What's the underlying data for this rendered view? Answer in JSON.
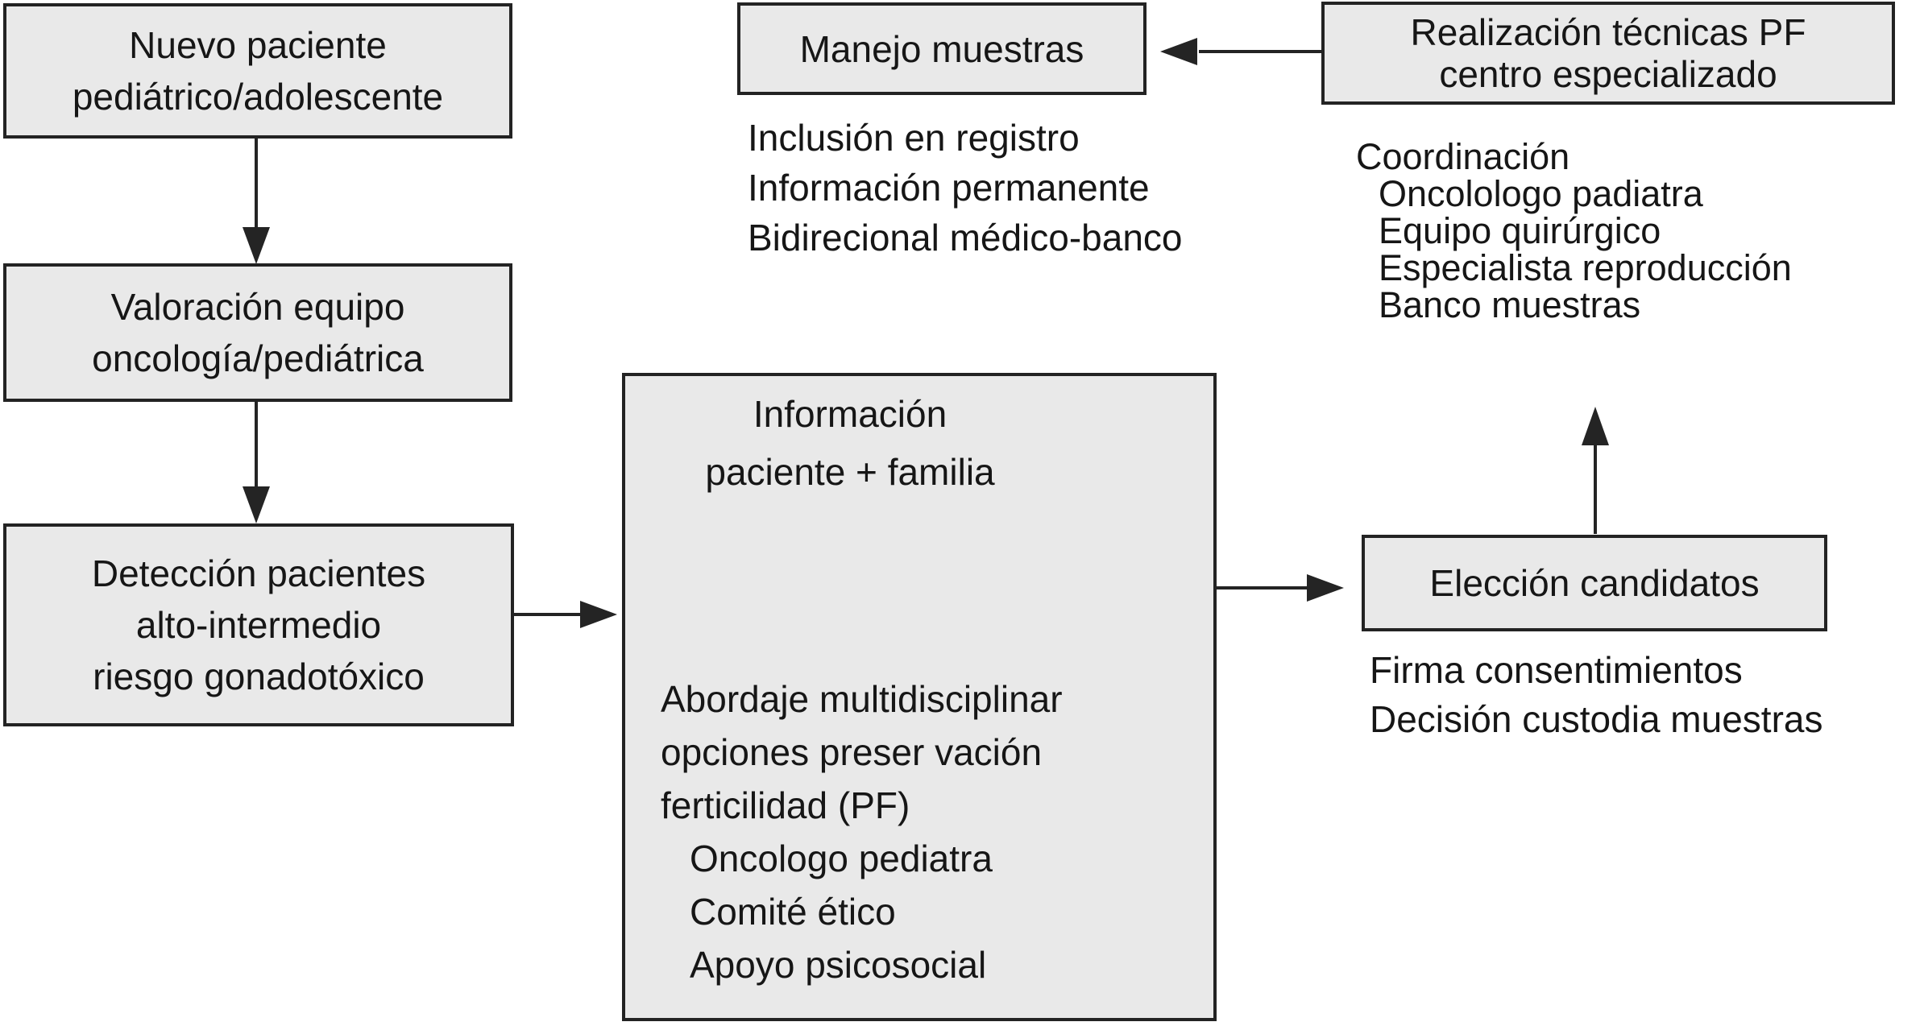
{
  "diagram": {
    "title_implicit": "Circuito preservación fertilidad oncología pediátrica",
    "colors": {
      "background": "#ffffff",
      "box_fill": "#e9e9e9",
      "box_border": "#232323",
      "text": "#161616",
      "arrow": "#242424"
    },
    "boxes": {
      "nuevo": {
        "lines": [
          "Nuevo paciente",
          "pediátrico/adolescente"
        ]
      },
      "valoracion": {
        "lines": [
          "Valoración equipo",
          "oncología/pediátrica"
        ]
      },
      "deteccion": {
        "lines": [
          "Detección pacientes",
          "alto-intermedio",
          "riesgo gonadotóxico"
        ]
      },
      "manejo": {
        "label": "Manejo muestras"
      },
      "realizacion": {
        "lines": [
          "Realización técnicas PF",
          "centro especializado"
        ]
      },
      "eleccion": {
        "label": "Elección candidatos"
      },
      "informacion": {
        "top_lines": [
          "Información",
          "paciente + familia"
        ],
        "bottom_lines": [
          "Abordaje multidisciplinar",
          "opciones preser vación",
          "ferticilidad (PF)"
        ],
        "bottom_items": [
          "Oncologo pediatra",
          "Comité ético",
          "Apoyo psicosocial"
        ]
      }
    },
    "notes": {
      "registro": [
        "Inclusión en registro",
        "Información permanente",
        "Bidirecional médico-banco"
      ],
      "coordinacion": {
        "title": "Coordinación",
        "items": [
          "Oncolologo padiatra",
          "Equipo quirúrgico",
          "Especialista reproducción",
          "Banco muestras"
        ]
      },
      "eleccion_notes": [
        "Firma consentimientos",
        "Decisión custodia muestras"
      ]
    },
    "arrows": [
      {
        "from": "nuevo",
        "to": "valoracion",
        "direction": "down"
      },
      {
        "from": "valoracion",
        "to": "deteccion",
        "direction": "down"
      },
      {
        "from": "deteccion",
        "to": "informacion",
        "direction": "right"
      },
      {
        "from": "realizacion",
        "to": "manejo",
        "direction": "left"
      },
      {
        "from": "informacion",
        "to": "eleccion",
        "direction": "right"
      },
      {
        "from": "eleccion",
        "to": "coordinacion-banco-muestras",
        "direction": "up"
      },
      {
        "from": "informacion-paciente-familia",
        "to": "abordaje-multidisciplinar",
        "direction": "both"
      }
    ]
  }
}
